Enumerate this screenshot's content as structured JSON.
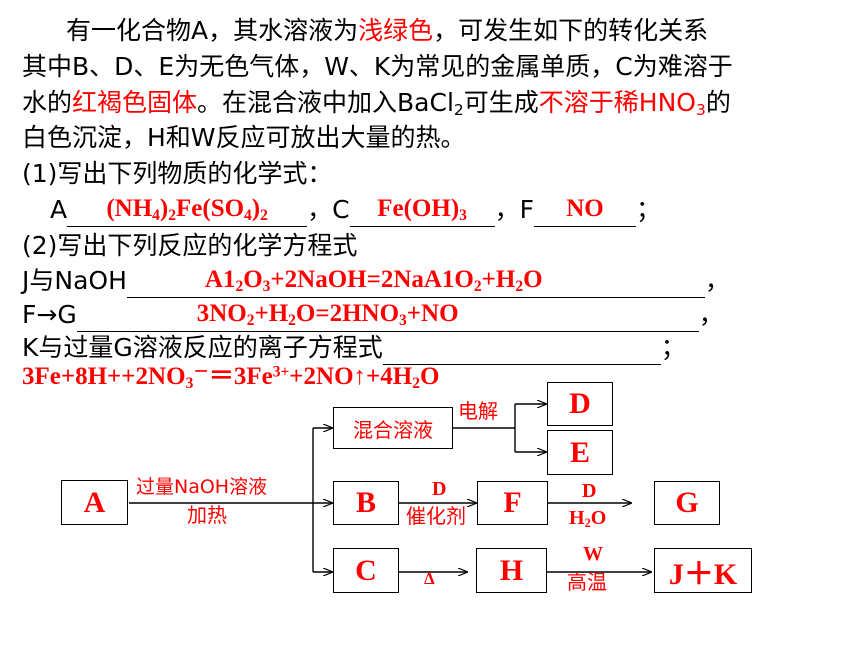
{
  "intro": {
    "line1_a": "有一化合物A，其水溶液为",
    "line1_red": "浅绿色",
    "line1_b": "，可发生如下的转化关系",
    "line2": "其中B、D、E为无色气体，W、K为常见的金属单质，C为难溶于",
    "line3_a": "水的",
    "line3_red": "红褐色固体",
    "line3_b": "。在混合液中加入BaCl",
    "line3_sub": "2",
    "line3_c": "可生成",
    "line3_red2": "不溶于稀HNO",
    "line3_red2_sub": "3",
    "line3_d": "的",
    "line4": "白色沉淀，H和W反应可放出大量的热。"
  },
  "q1": {
    "title": "(1)写出下列物质的化学式：",
    "a_label": "A",
    "c_label": "，C",
    "f_label": "，F",
    "end": "；",
    "a_answer": [
      "(NH",
      "4",
      ")",
      "2",
      "Fe(SO",
      "4",
      ")",
      "2"
    ],
    "c_answer": [
      "Fe(OH)",
      "3"
    ],
    "f_answer": "NO"
  },
  "q2": {
    "title": "(2)写出下列反应的化学方程式",
    "r1_label": "J与NaOH",
    "r1_answer": [
      "A1",
      "2",
      "O",
      "3",
      "+2NaOH=2NaA1O",
      "2",
      "+H",
      "2",
      "O"
    ],
    "r2_label": "F→G",
    "r2_answer": [
      "3NO",
      "2",
      "+H",
      "2",
      "O=2HNO",
      "3",
      "+NO"
    ],
    "r3_label": "K与过量G溶液反应的离子方程式",
    "comma": "，",
    "semicolon": "；",
    "ionic": [
      "3Fe+8H++2NO",
      "3",
      "－",
      "＝3Fe",
      "3+",
      "+2NO↑+4H",
      "2",
      "O"
    ]
  },
  "flow": {
    "A": "A",
    "B": "B",
    "C": "C",
    "D": "D",
    "E": "E",
    "F": "F",
    "G": "G",
    "H": "H",
    "JK": "J＋K",
    "mix": "混合溶液",
    "electrolysis": "电解",
    "a_cond1": "过量NaOH溶液",
    "a_cond2": "加热",
    "bf_top": "D",
    "bf_bottom": "催化剂",
    "fg_top": "D",
    "fg_bottom": [
      "H",
      "2",
      "O"
    ],
    "ch_bottom": "Δ",
    "hjk_top": "W",
    "hjk_bottom": "高温"
  }
}
